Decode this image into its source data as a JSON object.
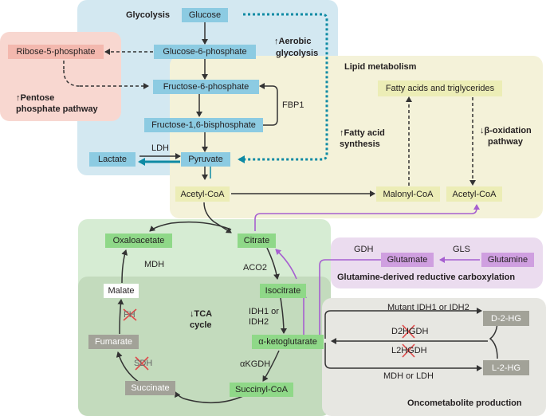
{
  "colors": {
    "glycolysis_bg": "#d3e8f1",
    "pentose_bg": "#f8d7d0",
    "lipid_bg": "#f4f2d9",
    "tca_outer_bg": "#d6ecd3",
    "tca_inner_bg": "#c3dbbd",
    "glutamine_bg": "#ebdcef",
    "onco_bg": "#e7e7e2",
    "blue_node": "#8ccbe2",
    "pink_node": "#f3b8ae",
    "yellow_node": "#ecedb6",
    "green_node": "#8fd888",
    "gray_node": "#a2a298",
    "purple_node": "#cf9fe0",
    "arrow": "#333333",
    "teal": "#0e8aa4",
    "purple_arrow": "#a65fd0",
    "cross": "#e04a4a"
  },
  "sections": {
    "glycolysis": "Glycolysis",
    "aerobic": [
      "↑Aerobic",
      "glycolysis"
    ],
    "pentose": [
      "↑Pentose",
      "phosphate pathway"
    ],
    "lipid": "Lipid metabolism",
    "fa_synthesis": [
      "↑Fatty acid",
      "synthesis"
    ],
    "beta_ox": [
      "↓β-oxidation",
      "pathway"
    ],
    "tca": [
      "↓TCA",
      "cycle"
    ],
    "glutamine": "Glutamine-derived reductive carboxylation",
    "onco": "Oncometabolite production"
  },
  "nodes": {
    "glucose": "Glucose",
    "g6p": "Glucose-6-phosphate",
    "r5p": "Ribose-5-phosphate",
    "f6p": "Fructose-6-phosphate",
    "f16bp": "Fructose-1,6-bisphosphate",
    "pyruvate": "Pyruvate",
    "lactate": "Lactate",
    "acetylcoa1": "Acetyl-CoA",
    "malonylcoa": "Malonyl-CoA",
    "acetylcoa2": "Acetyl-CoA",
    "fatty": "Fatty acids and triglycerides",
    "citrate": "Citrate",
    "oxaloacetate": "Oxaloacetate",
    "isocitrate": "Isocitrate",
    "akg": "α-ketoglutarate",
    "succinylcoa": "Succinyl-CoA",
    "succinate": "Succinate",
    "fumarate": "Fumarate",
    "malate": "Malate",
    "glutamate": "Glutamate",
    "glutamine": "Glutamine",
    "d2hg": "D-2-HG",
    "l2hg": "L-2-HG"
  },
  "enzymes": {
    "ldh": "LDH",
    "fbp1": "FBP1",
    "mdh": "MDH",
    "aco2": "ACO2",
    "idh": [
      "IDH1 or",
      "IDH2"
    ],
    "akgdh": "αKGDH",
    "fh": "FH",
    "sdh": "SDH",
    "gdh": "GDH",
    "gls": "GLS",
    "mutant_idh": "Mutant IDH1 or IDH2",
    "d2hgdh": "D2HGDH",
    "l2hgdh": "L2HGDH",
    "mdh_ldh": "MDH or LDH"
  }
}
